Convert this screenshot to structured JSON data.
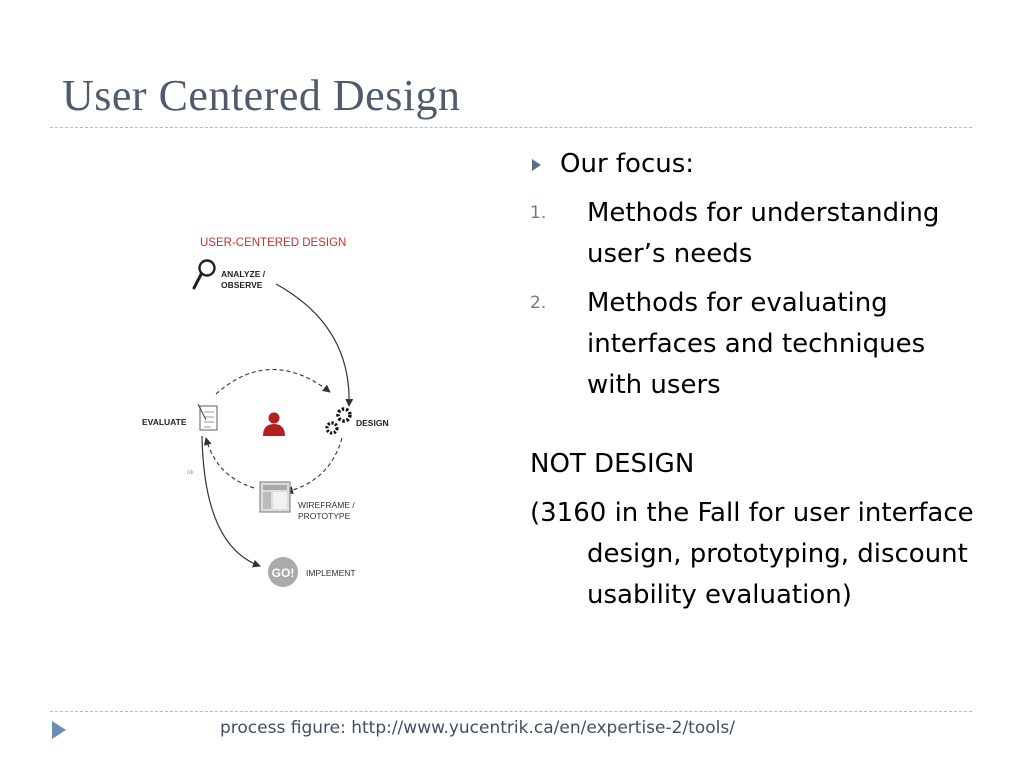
{
  "slide": {
    "title": "User Centered Design"
  },
  "figure": {
    "heading": "USER-CENTERED DESIGN",
    "analyze_line1": "ANALYZE /",
    "analyze_line2": "OBSERVE",
    "evaluate": "EVALUATE",
    "design": "DESIGN",
    "wireframe_line1": "WIREFRAME /",
    "wireframe_line2": "PROTOTYPE",
    "go": "GO!",
    "implement": "IMPLEMENT",
    "ok": "ok",
    "colors": {
      "heading": "#c8332c",
      "user": "#b51f1f",
      "arrows": "#333333",
      "go_circle": "#aaaaaa"
    }
  },
  "content": {
    "bullet": "Our focus:",
    "items": [
      {
        "num": "1.",
        "text": "Methods for understanding user’s needs"
      },
      {
        "num": "2.",
        "text": "Methods for evaluating interfaces and techniques with users"
      }
    ],
    "not_design": "NOT DESIGN",
    "note": "(3160 in the Fall for user interface design, prototyping, discount usability evaluation)"
  },
  "footer": {
    "credit": "process figure: http://www.yucentrik.ca/en/expertise-2/tools/"
  }
}
